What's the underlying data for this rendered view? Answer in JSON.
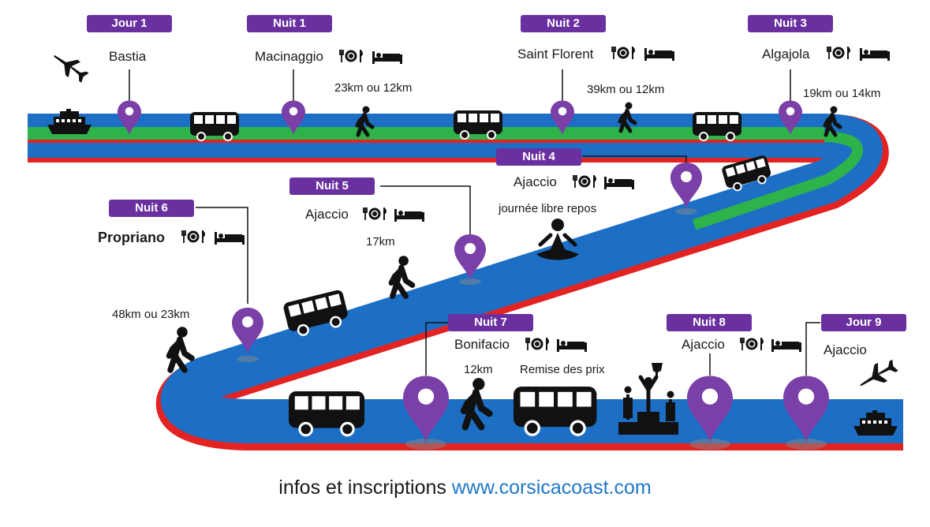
{
  "stops": [
    {
      "badge": "Jour 1",
      "place": "Bastia",
      "distance": ""
    },
    {
      "badge": "Nuit 1",
      "place": "Macinaggio",
      "distance": "23km ou 12km"
    },
    {
      "badge": "Nuit 2",
      "place": "Saint Florent",
      "distance": "39km ou 12km"
    },
    {
      "badge": "Nuit 3",
      "place": "Algajola",
      "distance": "19km ou 14km"
    },
    {
      "badge": "Nuit 4",
      "place": "Ajaccio",
      "distance": "",
      "note": "journée libre repos"
    },
    {
      "badge": "Nuit 5",
      "place": "Ajaccio",
      "distance": "17km"
    },
    {
      "badge": "Nuit 6",
      "place": "Propriano",
      "distance": "48km ou 23km"
    },
    {
      "badge": "Nuit 7",
      "place": "Bonifacio",
      "distance": "12km"
    },
    {
      "badge": "Nuit 8",
      "place": "Ajaccio",
      "distance": "",
      "note": "Remise des prix"
    },
    {
      "badge": "Jour 9",
      "place": "Ajaccio",
      "distance": ""
    }
  ],
  "colors": {
    "badge": "#6a30a0",
    "road_top": "#2db34a",
    "road_blue": "#1c6fc4",
    "road_edge": "#e32222",
    "pin": "#7b3fa8",
    "url": "#1f77c8"
  },
  "icons": [
    "airplane-icon",
    "ferry-icon",
    "bus-icon",
    "walker-icon",
    "meditation-icon",
    "podium-icon",
    "restaurant-icon",
    "bed-icon",
    "map-pin-icon"
  ],
  "footer": {
    "prefix": "infos et inscriptions",
    "url": "www.corsicacoast.com"
  }
}
